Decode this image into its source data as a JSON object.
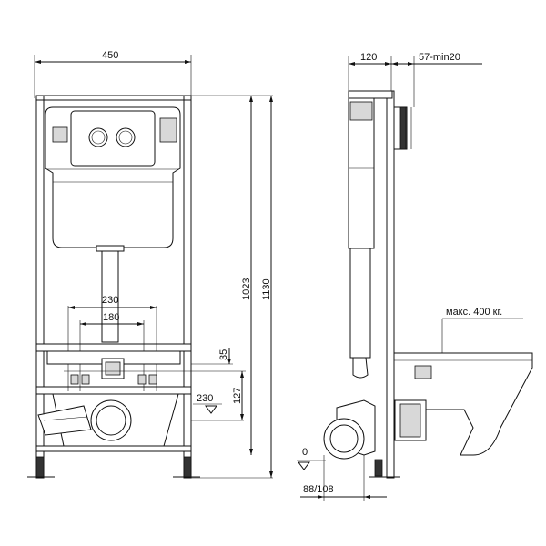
{
  "dimensions": {
    "frame_width": "450",
    "height_frame": "1023",
    "height_total": "1130",
    "outlet_spacing_outer": "230",
    "outlet_spacing_inner": "180",
    "offset_small": "35",
    "offset_mid": "127",
    "drain_height": "230",
    "floor_level": "0",
    "depth_frame": "120",
    "depth_wall": "57-min20",
    "drain_diameter": "88/108"
  },
  "labels": {
    "max_load": "макс. 400 кг."
  }
}
